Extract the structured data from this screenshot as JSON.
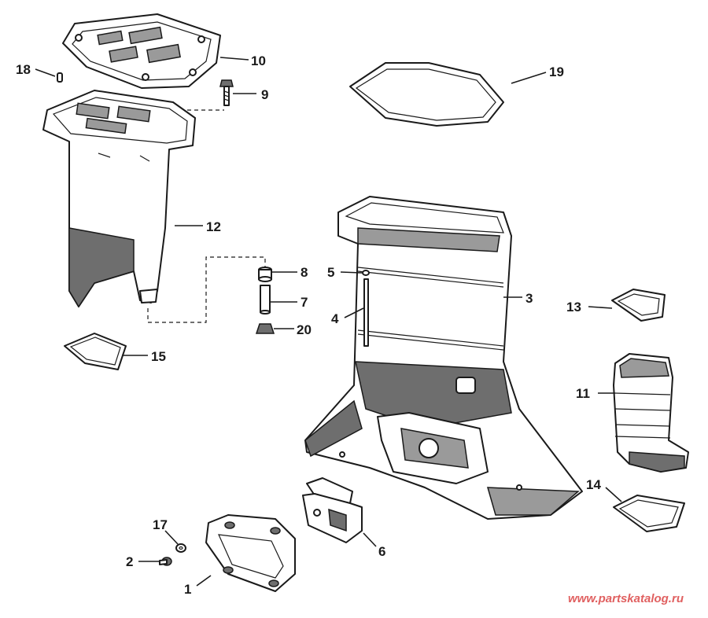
{
  "callouts": {
    "c1": "1",
    "c2": "2",
    "c3": "3",
    "c4": "4",
    "c5": "5",
    "c6": "6",
    "c7": "7",
    "c8": "8",
    "c9": "9",
    "c10": "10",
    "c11": "11",
    "c12": "12",
    "c13": "13",
    "c14": "14",
    "c15": "15",
    "c17": "17",
    "c18": "18",
    "c19": "19",
    "c20": "20"
  },
  "watermark": "www.partskatalog.ru",
  "colors": {
    "ink": "#1a1a1a",
    "shade": "#6e6e6e",
    "watermark": "#e06060"
  }
}
